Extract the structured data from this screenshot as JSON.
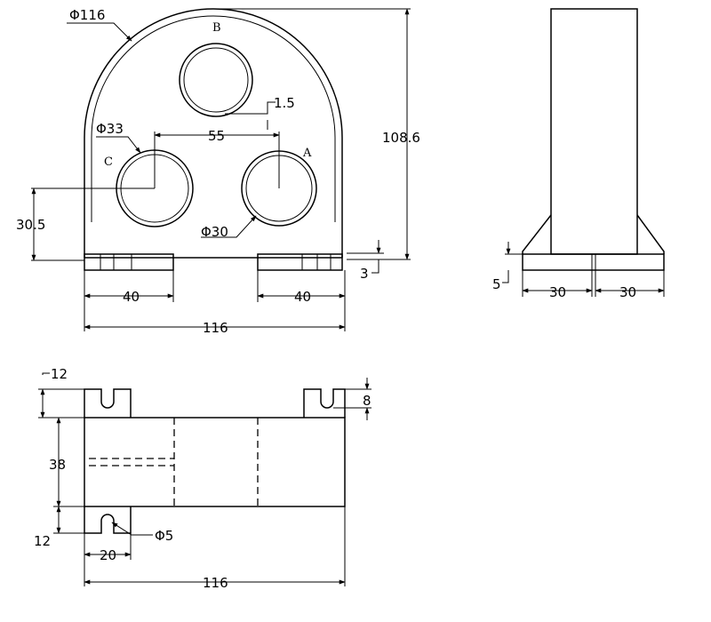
{
  "front_view": {
    "outer_diameter": "Φ116",
    "hole_labels": {
      "b": "B",
      "c": "C",
      "a": "A"
    },
    "dims": {
      "wall": "1.5",
      "hole_large": "Φ33",
      "hole_spacing": "55",
      "hole_small": "Φ30",
      "total_height": "108.6",
      "center_height": "30.5",
      "base_thickness": "3",
      "foot_left": "40",
      "foot_right": "40",
      "total_width": "116"
    }
  },
  "side_view": {
    "dims": {
      "flange": "5",
      "left_half": "30",
      "right_half": "30"
    }
  },
  "top_view": {
    "dims": {
      "tab_top": "12",
      "slot_depth": "8",
      "body_depth": "38",
      "tab_bottom": "12",
      "hole": "Φ5",
      "tab_width": "20",
      "total_width": "116"
    }
  }
}
